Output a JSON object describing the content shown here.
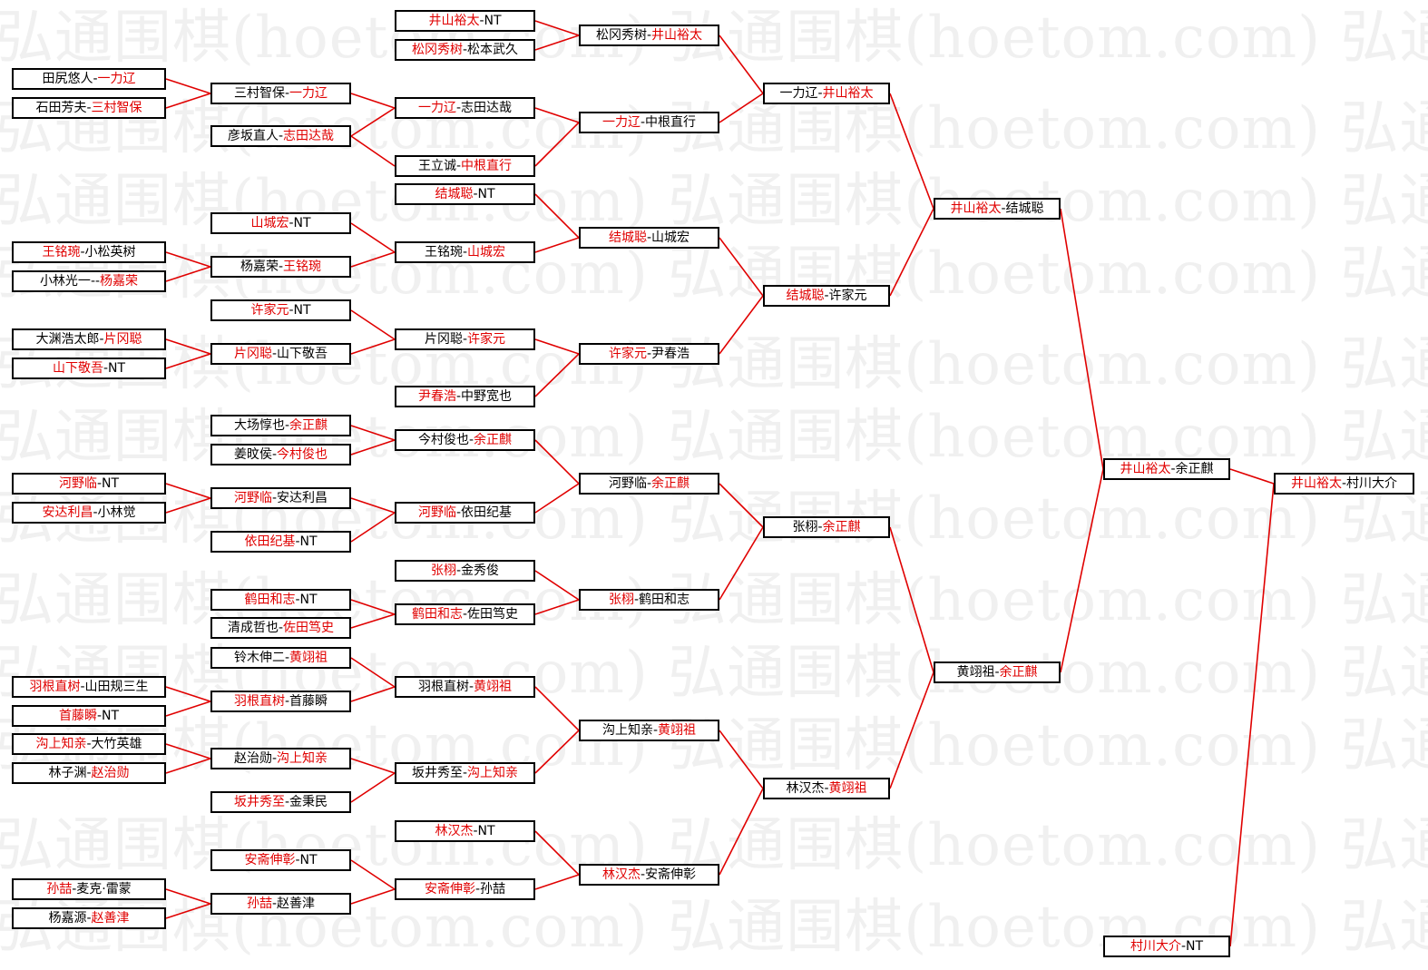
{
  "watermark": "弘通围棋(hoetom.com)",
  "colors": {
    "winner": "#e00000",
    "text": "#000000",
    "line": "#e00000",
    "border": "#000000"
  },
  "r1": [
    {
      "a": "田尻悠人",
      "b": "一力辽",
      "w": 2
    },
    {
      "a": "石田芳夫",
      "b": "三村智保",
      "w": 2
    },
    {
      "a": "王铭琬",
      "b": "小松英树",
      "w": 1
    },
    {
      "a": "小林光一",
      "b": "杨嘉荣",
      "w": 2,
      "sep": "--"
    },
    {
      "a": "大渊浩太郎",
      "b": "片冈聪",
      "w": 2
    },
    {
      "a": "山下敬吾",
      "b": "NT",
      "w": 1
    },
    {
      "a": "河野临",
      "b": "NT",
      "w": 1
    },
    {
      "a": "安达利昌",
      "b": "小林觉",
      "w": 1
    },
    {
      "a": "羽根直树",
      "b": "山田规三生",
      "w": 1
    },
    {
      "a": "首藤瞬",
      "b": "NT",
      "w": 1
    },
    {
      "a": "沟上知亲",
      "b": "大竹英雄",
      "w": 1
    },
    {
      "a": "林子渊",
      "b": "赵治勋",
      "w": 2
    },
    {
      "a": "孙喆",
      "b": "麦克·雷蒙",
      "w": 1
    },
    {
      "a": "杨嘉源",
      "b": "赵善津",
      "w": 2
    }
  ],
  "r2": [
    {
      "a": "三村智保",
      "b": "一力辽",
      "w": 2
    },
    {
      "a": "彦坂直人",
      "b": "志田达哉",
      "w": 2
    },
    {
      "a": "山城宏",
      "b": "NT",
      "w": 1
    },
    {
      "a": "杨嘉荣",
      "b": "王铭琬",
      "w": 2
    },
    {
      "a": "许家元",
      "b": "NT",
      "w": 1
    },
    {
      "a": "片冈聪",
      "b": "山下敬吾",
      "w": 1
    },
    {
      "a": "大场惇也",
      "b": "余正麒",
      "w": 2
    },
    {
      "a": "姜旼侯",
      "b": "今村俊也",
      "w": 2
    },
    {
      "a": "河野临",
      "b": "安达利昌",
      "w": 1
    },
    {
      "a": "依田纪基",
      "b": "NT",
      "w": 1
    },
    {
      "a": "鹤田和志",
      "b": "NT",
      "w": 1
    },
    {
      "a": "清成哲也",
      "b": "佐田笃史",
      "w": 2
    },
    {
      "a": "铃木伸二",
      "b": "黄翊祖",
      "w": 2
    },
    {
      "a": "羽根直树",
      "b": "首藤瞬",
      "w": 1
    },
    {
      "a": "赵治勋",
      "b": "沟上知亲",
      "w": 2
    },
    {
      "a": "坂井秀至",
      "b": "金秉民",
      "w": 1
    },
    {
      "a": "安斋伸彰",
      "b": "NT",
      "w": 1
    },
    {
      "a": "孙喆",
      "b": "赵善津",
      "w": 1
    }
  ],
  "r3": [
    {
      "a": "井山裕太",
      "b": "NT",
      "w": 1
    },
    {
      "a": "松冈秀树",
      "b": "松本武久",
      "w": 1
    },
    {
      "a": "一力辽",
      "b": "志田达哉",
      "w": 1
    },
    {
      "a": "王立诚",
      "b": "中根直行",
      "w": 2
    },
    {
      "a": "结城聪",
      "b": "NT",
      "w": 1
    },
    {
      "a": "王铭琬",
      "b": "山城宏",
      "w": 2
    },
    {
      "a": "片冈聪",
      "b": "许家元",
      "w": 2
    },
    {
      "a": "尹春浩",
      "b": "中野宽也",
      "w": 1
    },
    {
      "a": "今村俊也",
      "b": "余正麒",
      "w": 2
    },
    {
      "a": "河野临",
      "b": "依田纪基",
      "w": 1
    },
    {
      "a": "张栩",
      "b": "金秀俊",
      "w": 1
    },
    {
      "a": "鹤田和志",
      "b": "佐田笃史",
      "w": 1
    },
    {
      "a": "羽根直树",
      "b": "黄翊祖",
      "w": 2
    },
    {
      "a": "坂井秀至",
      "b": "沟上知亲",
      "w": 2
    },
    {
      "a": "林汉杰",
      "b": "NT",
      "w": 1
    },
    {
      "a": "安斋伸彰",
      "b": "孙喆",
      "w": 1
    }
  ],
  "r4": [
    {
      "a": "松冈秀树",
      "b": "井山裕太",
      "w": 2
    },
    {
      "a": "一力辽",
      "b": "中根直行",
      "w": 1
    },
    {
      "a": "结城聪",
      "b": "山城宏",
      "w": 1
    },
    {
      "a": "许家元",
      "b": "尹春浩",
      "w": 1
    },
    {
      "a": "河野临",
      "b": "余正麒",
      "w": 2
    },
    {
      "a": "张栩",
      "b": "鹤田和志",
      "w": 1
    },
    {
      "a": "沟上知亲",
      "b": "黄翊祖",
      "w": 2
    },
    {
      "a": "林汉杰",
      "b": "安斋伸彰",
      "w": 1
    }
  ],
  "r5": [
    {
      "a": "一力辽",
      "b": "井山裕太",
      "w": 2
    },
    {
      "a": "结城聪",
      "b": "许家元",
      "w": 1
    },
    {
      "a": "张栩",
      "b": "余正麒",
      "w": 2
    },
    {
      "a": "林汉杰",
      "b": "黄翊祖",
      "w": 2
    }
  ],
  "r6": [
    {
      "a": "井山裕太",
      "b": "结城聪",
      "w": 1
    },
    {
      "a": "黄翊祖",
      "b": "余正麒",
      "w": 2
    }
  ],
  "r7": [
    {
      "a": "井山裕太",
      "b": "余正麒",
      "w": 1
    },
    {
      "a": "村川大介",
      "b": "NT",
      "w": 1
    }
  ],
  "final": [
    {
      "a": "井山裕太",
      "b": "村川大介",
      "w": 1
    }
  ]
}
